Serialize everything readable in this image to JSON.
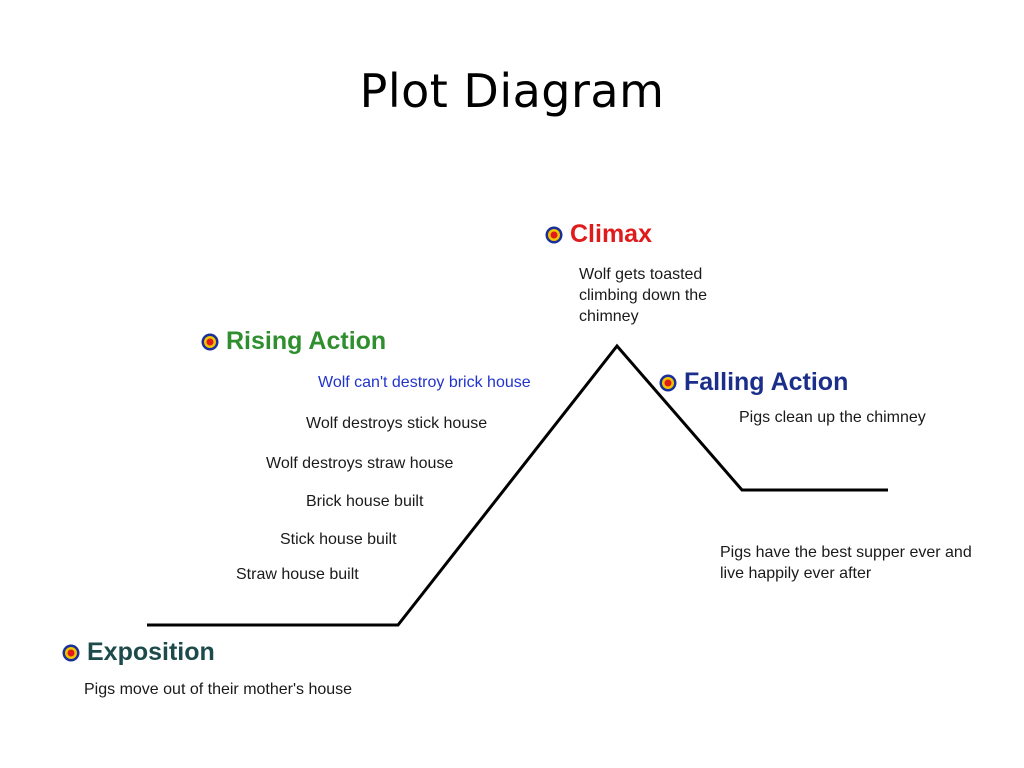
{
  "slide": {
    "title": "Plot Diagram"
  },
  "colors": {
    "exposition": "#1d4a4a",
    "rising_action": "#2f8f2f",
    "climax": "#e01b1b",
    "falling_action": "#1b2f8a",
    "highlight_event": "#2233cc",
    "line": "#000000",
    "target_outer": "#1b2f9a",
    "target_ring": "#f2c400",
    "target_center": "#e01b1b"
  },
  "icons": {
    "stage_marker": "target-icon"
  },
  "stages": {
    "exposition": {
      "label": "Exposition",
      "events": [
        "Pigs move out of their mother's house"
      ]
    },
    "rising_action": {
      "label": "Rising Action",
      "events": [
        "Wolf can't destroy brick house",
        "Wolf destroys stick house",
        "Wolf destroys straw house",
        "Brick house built",
        "Stick house built",
        "Straw house built"
      ]
    },
    "climax": {
      "label": "Climax",
      "events": [
        "Wolf gets toasted climbing down the chimney"
      ]
    },
    "falling_action": {
      "label": "Falling Action",
      "events": [
        "Pigs clean up the chimney"
      ]
    },
    "resolution": {
      "events": [
        "Pigs have the best supper ever and live happily ever after"
      ]
    }
  }
}
